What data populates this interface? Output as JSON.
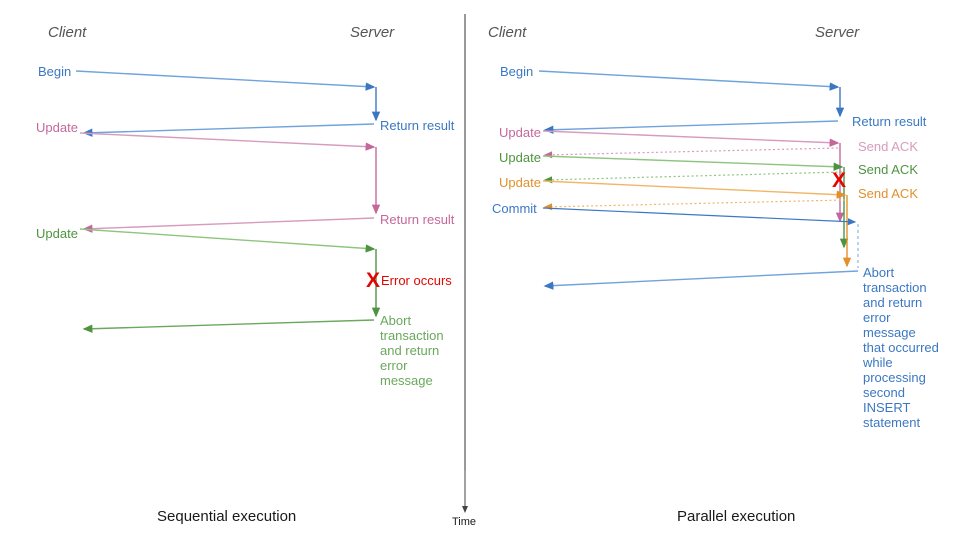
{
  "palette": {
    "blue": "#3b78c3",
    "blue_light": "#6fa3dc",
    "pink": "#c4689c",
    "pink_light": "#d79bbd",
    "green": "#4e9440",
    "green_light": "#8ec57e",
    "orange": "#e0912c",
    "orange_light": "#f0b667",
    "red": "#e10600",
    "gray": "#555555",
    "divider": "#333333"
  },
  "divider": {
    "name": "panel-divider"
  },
  "time_axis": {
    "label": "Time"
  },
  "left": {
    "caption": "Sequential execution",
    "actors": {
      "client": "Client",
      "server": "Server"
    },
    "messages": [
      {
        "label": "Begin",
        "color": "blue"
      },
      {
        "label": "Return result",
        "color": "blue"
      },
      {
        "label": "Update",
        "color": "pink"
      },
      {
        "label": "Return result",
        "color": "pink"
      },
      {
        "label": "Update",
        "color": "green"
      },
      {
        "label": "Error occurs",
        "color": "red"
      },
      {
        "label": "Abort transaction and return error message",
        "color": "green"
      }
    ],
    "error_marker": "X"
  },
  "right": {
    "caption": "Parallel execution",
    "actors": {
      "client": "Client",
      "server": "Server"
    },
    "messages": [
      {
        "label": "Begin",
        "color": "blue"
      },
      {
        "label": "Return result",
        "color": "blue"
      },
      {
        "label": "Update",
        "color": "pink"
      },
      {
        "label": "Send ACK",
        "color": "pink"
      },
      {
        "label": "Update",
        "color": "green"
      },
      {
        "label": "Send ACK",
        "color": "green"
      },
      {
        "label": "Update",
        "color": "orange"
      },
      {
        "label": "Send ACK",
        "color": "orange"
      },
      {
        "label": "Commit",
        "color": "blue"
      },
      {
        "label": "Abort transaction and return error message that occurred while processing second INSERT statement",
        "color": "blue"
      }
    ],
    "error_marker": "X"
  }
}
